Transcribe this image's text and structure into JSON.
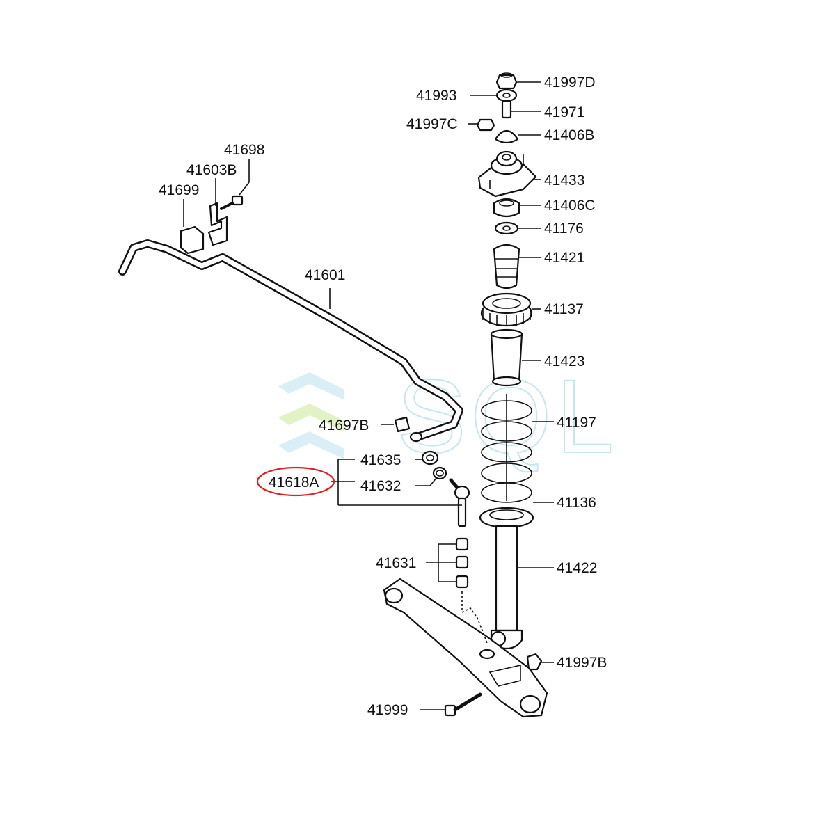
{
  "watermark": {
    "text": "SQL",
    "color": "#9fd6e6"
  },
  "highlight": {
    "part": "41618A",
    "color": "#e02020"
  },
  "labels": {
    "p41997D": "41997D",
    "p41993": "41993",
    "p41971": "41971",
    "p41997C": "41997C",
    "p41406B": "41406B",
    "p41433": "41433",
    "p41406C": "41406C",
    "p41176": "41176",
    "p41421": "41421",
    "p41137": "41137",
    "p41423": "41423",
    "p41197": "41197",
    "p41136": "41136",
    "p41422": "41422",
    "p41997B": "41997B",
    "p41999": "41999",
    "p41631": "41631",
    "p41635": "41635",
    "p41632": "41632",
    "p41618A": "41618A",
    "p41697B": "41697B",
    "p41601": "41601",
    "p41698": "41698",
    "p41603B": "41603B",
    "p41699": "41699"
  }
}
